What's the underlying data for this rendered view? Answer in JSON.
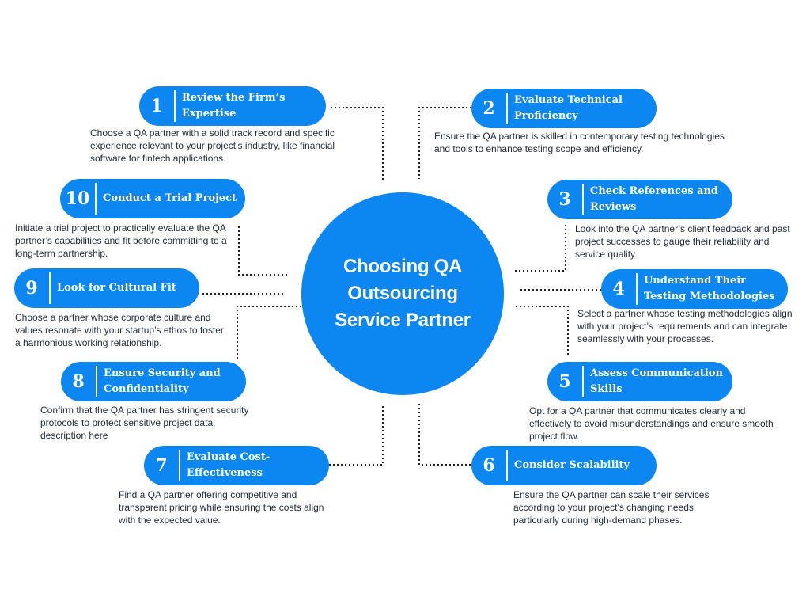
{
  "center": {
    "title": "Choosing QA Outsourcing Service Partner"
  },
  "steps": [
    {
      "number": "1",
      "title": "Review the Firm’s Expertise",
      "description": "Choose a QA partner with a solid track record and specific experience relevant to your project’s industry, like financial software for fintech applications."
    },
    {
      "number": "2",
      "title": "Evaluate Technical Proficiency",
      "description": "Ensure the QA partner is skilled in contemporary testing technologies and tools to enhance testing scope and efficiency."
    },
    {
      "number": "3",
      "title": "Check References and Reviews",
      "description": "Look into the QA partner’s client feedback and past project successes to gauge their reliability and service quality."
    },
    {
      "number": "4",
      "title": "Understand Their Testing Methodologies",
      "description": "Select a partner whose testing methodologies align with your project’s requirements and can integrate seamlessly with your processes."
    },
    {
      "number": "5",
      "title": "Assess Communication Skills",
      "description": "Opt for a QA partner that communicates clearly and effectively to avoid misunderstandings and ensure smooth project flow."
    },
    {
      "number": "6",
      "title": "Consider Scalability",
      "description": "Ensure the QA partner can scale their services according to your project’s changing needs, particularly during high-demand phases."
    },
    {
      "number": "7",
      "title": "Evaluate Cost-Effectiveness",
      "description": "Find a QA partner offering competitive and transparent pricing while ensuring the costs align with the expected value."
    },
    {
      "number": "8",
      "title": "Ensure Security and Confidentiality",
      "description": "Confirm that the QA partner has stringent security protocols to protect sensitive project data. description here"
    },
    {
      "number": "9",
      "title": "Look for Cultural Fit",
      "description": "Choose a partner whose corporate culture and values resonate with your startup’s ethos to foster a harmonious working relationship."
    },
    {
      "number": "10",
      "title": "Conduct a Trial Project",
      "description": "Initiate a trial project to practically evaluate the QA partner’s capabilities and fit before committing to a long-term partnership."
    }
  ],
  "colors": {
    "accent": "#0c86f0",
    "text": "#1f2a37",
    "connector": "#222222"
  }
}
